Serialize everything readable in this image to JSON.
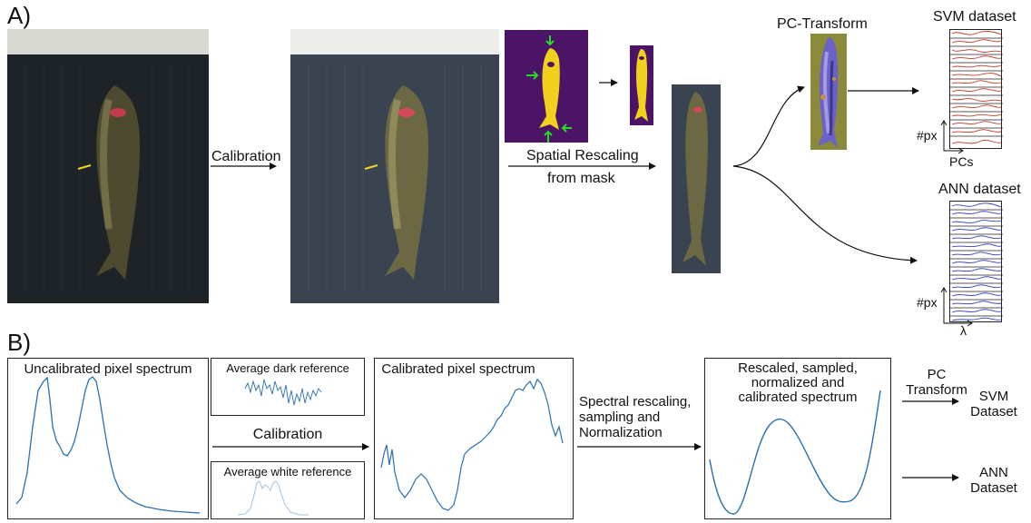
{
  "panels": {
    "a": "A)",
    "b": "B)"
  },
  "colors": {
    "spectrum": "#2a6fb0",
    "white_ref": "#9ec2e3",
    "svm_lines": "#c0392b",
    "ann_lines": "#2e3dbd",
    "mask_bg": "#4b1466",
    "mask_fish": "#f2d11c",
    "arrow_green": "#22dd22",
    "fish_body": "#6f6a3f",
    "background_dark": "#1e2328"
  },
  "section_a": {
    "calibration": "Calibration",
    "spatial_rescaling": "Spatial Rescaling",
    "from_mask": "from mask",
    "pc_transform": "PC-Transform",
    "svm_dataset": "SVM dataset",
    "ann_dataset": "ANN dataset",
    "px_label": "#px",
    "pcs_label": "PCs",
    "lambda_label": "λ"
  },
  "section_b": {
    "uncalibrated": "Uncalibrated pixel spectrum",
    "dark_ref": "Average dark reference",
    "white_ref": "Average white reference",
    "calibration": "Calibration",
    "calibrated": "Calibrated pixel spectrum",
    "spectral_line1": "Spectral rescaling,",
    "spectral_line2": "sampling and",
    "spectral_line3": "Normalization",
    "rescaled_line1": "Rescaled, sampled,",
    "rescaled_line2": "normalized and",
    "rescaled_line3": "calibrated spectrum",
    "pc_line1": "PC",
    "pc_line2": "Transform",
    "svm_line1": "SVM",
    "svm_line2": "Dataset",
    "ann_line1": "ANN",
    "ann_line2": "Dataset"
  }
}
